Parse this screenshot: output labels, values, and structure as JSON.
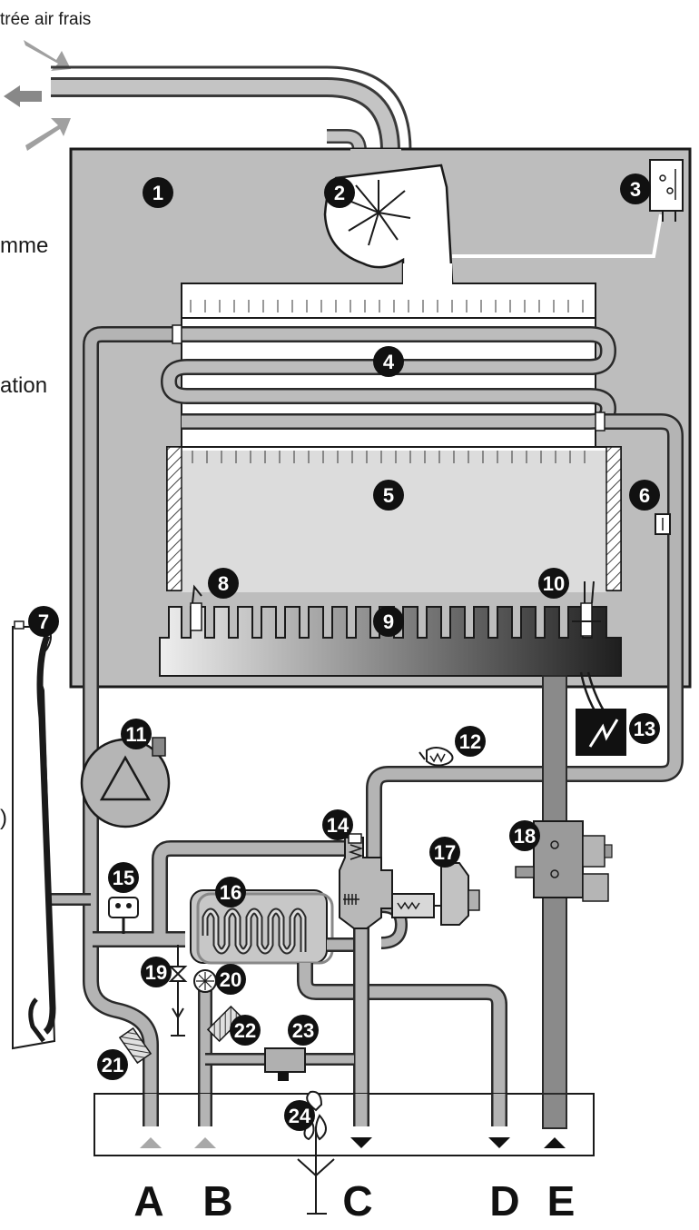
{
  "labels": {
    "fresh_air": "trée air frais",
    "side_1": "mme",
    "side_2": "ation",
    "side_3": ")"
  },
  "callouts": [
    "1",
    "2",
    "3",
    "4",
    "5",
    "6",
    "7",
    "8",
    "9",
    "10",
    "11",
    "12",
    "13",
    "14",
    "15",
    "16",
    "17",
    "18",
    "19",
    "20",
    "21",
    "22",
    "23",
    "24"
  ],
  "connections": [
    "A",
    "B",
    "C",
    "D",
    "E"
  ],
  "colors": {
    "casing": "#bdbdbd",
    "pipe": "#a6a6a6",
    "pipe_edge": "#3a3a3a",
    "chamber": "#dcdcdc",
    "callout_bg": "#111111",
    "arrow_air": "#a0a0a0"
  }
}
